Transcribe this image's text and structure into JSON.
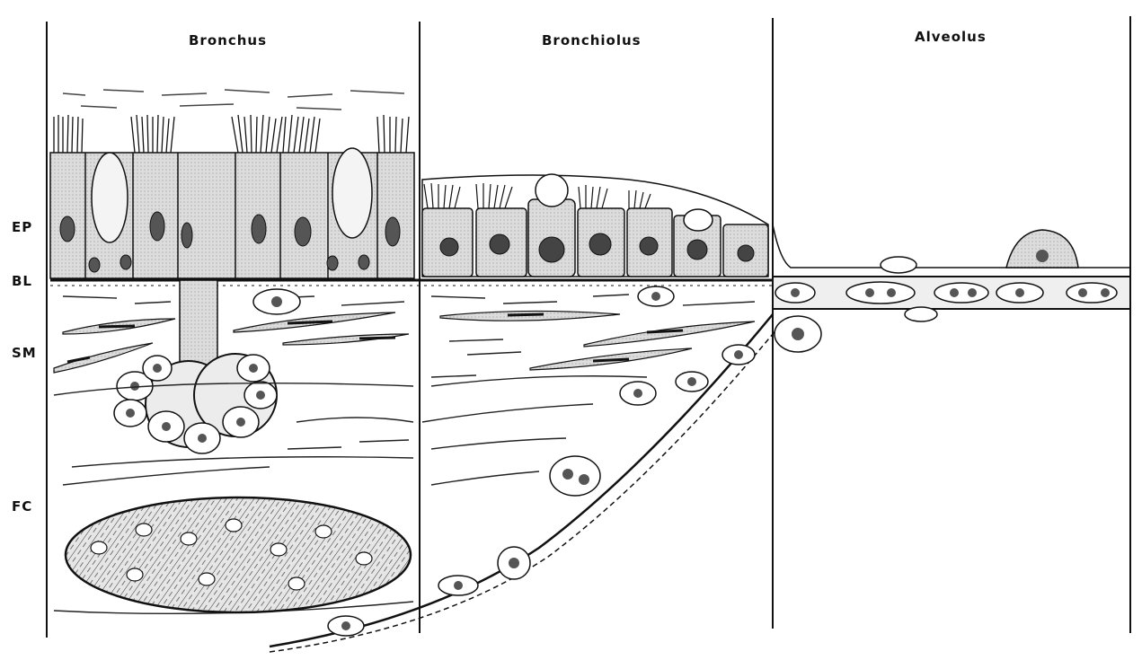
{
  "columns": {
    "bronchus": "Bronchus",
    "bronchiolus": "Bronchiolus",
    "alveolus": "Alveolus"
  },
  "layers": {
    "ep": "EP",
    "bl": "BL",
    "sm": "SM",
    "fc": "FC"
  },
  "colors": {
    "ink": "#111111",
    "cell_fill": "#d9d9d9",
    "paper": "#ffffff"
  }
}
